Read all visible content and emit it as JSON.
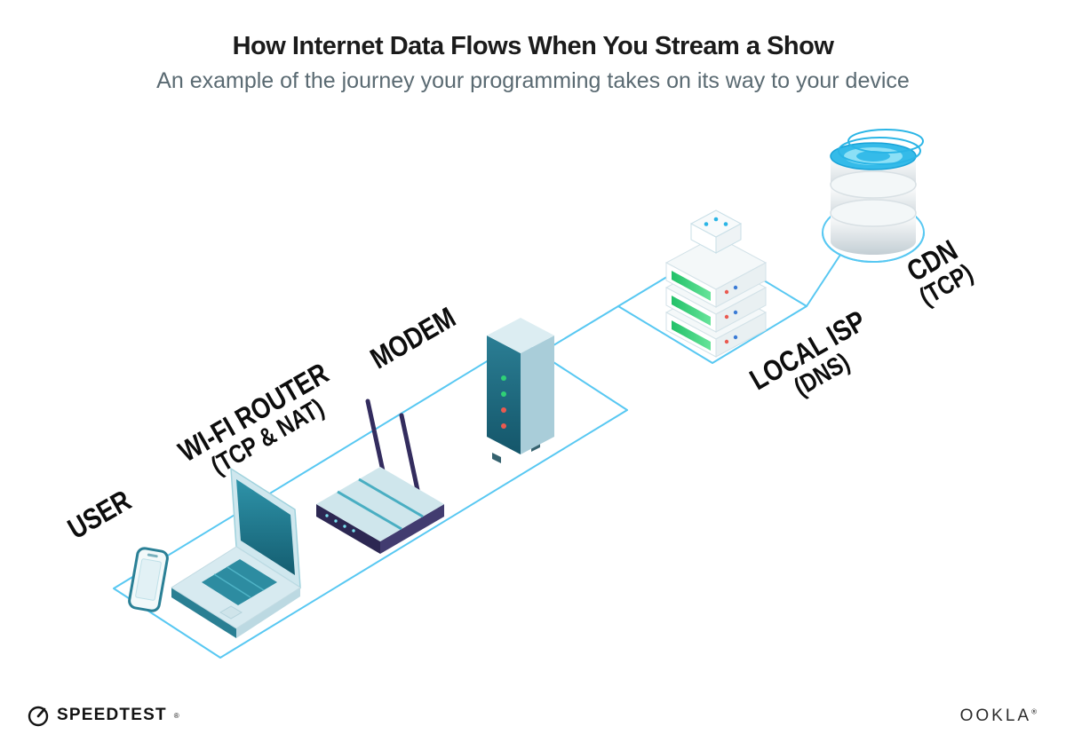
{
  "header": {
    "title": "How Internet Data Flows When You Stream a Show",
    "subtitle": "An example of the journey your programming takes on its way to your device"
  },
  "diagram": {
    "nodes": [
      {
        "id": "user",
        "label": "USER",
        "sublabel": "",
        "device": "smartphone-and-laptop"
      },
      {
        "id": "wifi-router",
        "label": "WI-FI ROUTER",
        "sublabel": "(TCP & NAT)",
        "device": "wifi-router"
      },
      {
        "id": "modem",
        "label": "MODEM",
        "sublabel": "",
        "device": "modem-tower"
      },
      {
        "id": "local-isp",
        "label": "LOCAL ISP",
        "sublabel": "(DNS)",
        "device": "server-stack"
      },
      {
        "id": "cdn",
        "label": "CDN",
        "sublabel": "(TCP)",
        "device": "database-cylinder"
      }
    ],
    "edges": [
      {
        "from": "user",
        "to": "wifi-router"
      },
      {
        "from": "wifi-router",
        "to": "modem"
      },
      {
        "from": "modem",
        "to": "local-isp"
      },
      {
        "from": "local-isp",
        "to": "cdn"
      }
    ],
    "colors": {
      "connection_line": "#58c8f2",
      "device_teal": "#1f7187",
      "device_navy": "#2c2752",
      "led_green": "#2fd176",
      "led_red": "#ea5a50",
      "dot_blue": "#3a7bd5",
      "cdn_cyan": "#2ab5e6",
      "label_text": "#0d0d0d"
    },
    "modem_leds": [
      "green",
      "green",
      "red",
      "red"
    ]
  },
  "footer": {
    "speedtest_label": "SPEEDTEST",
    "speedtest_mark": "®",
    "ookla_label": "OOKLA",
    "ookla_mark": "®"
  }
}
